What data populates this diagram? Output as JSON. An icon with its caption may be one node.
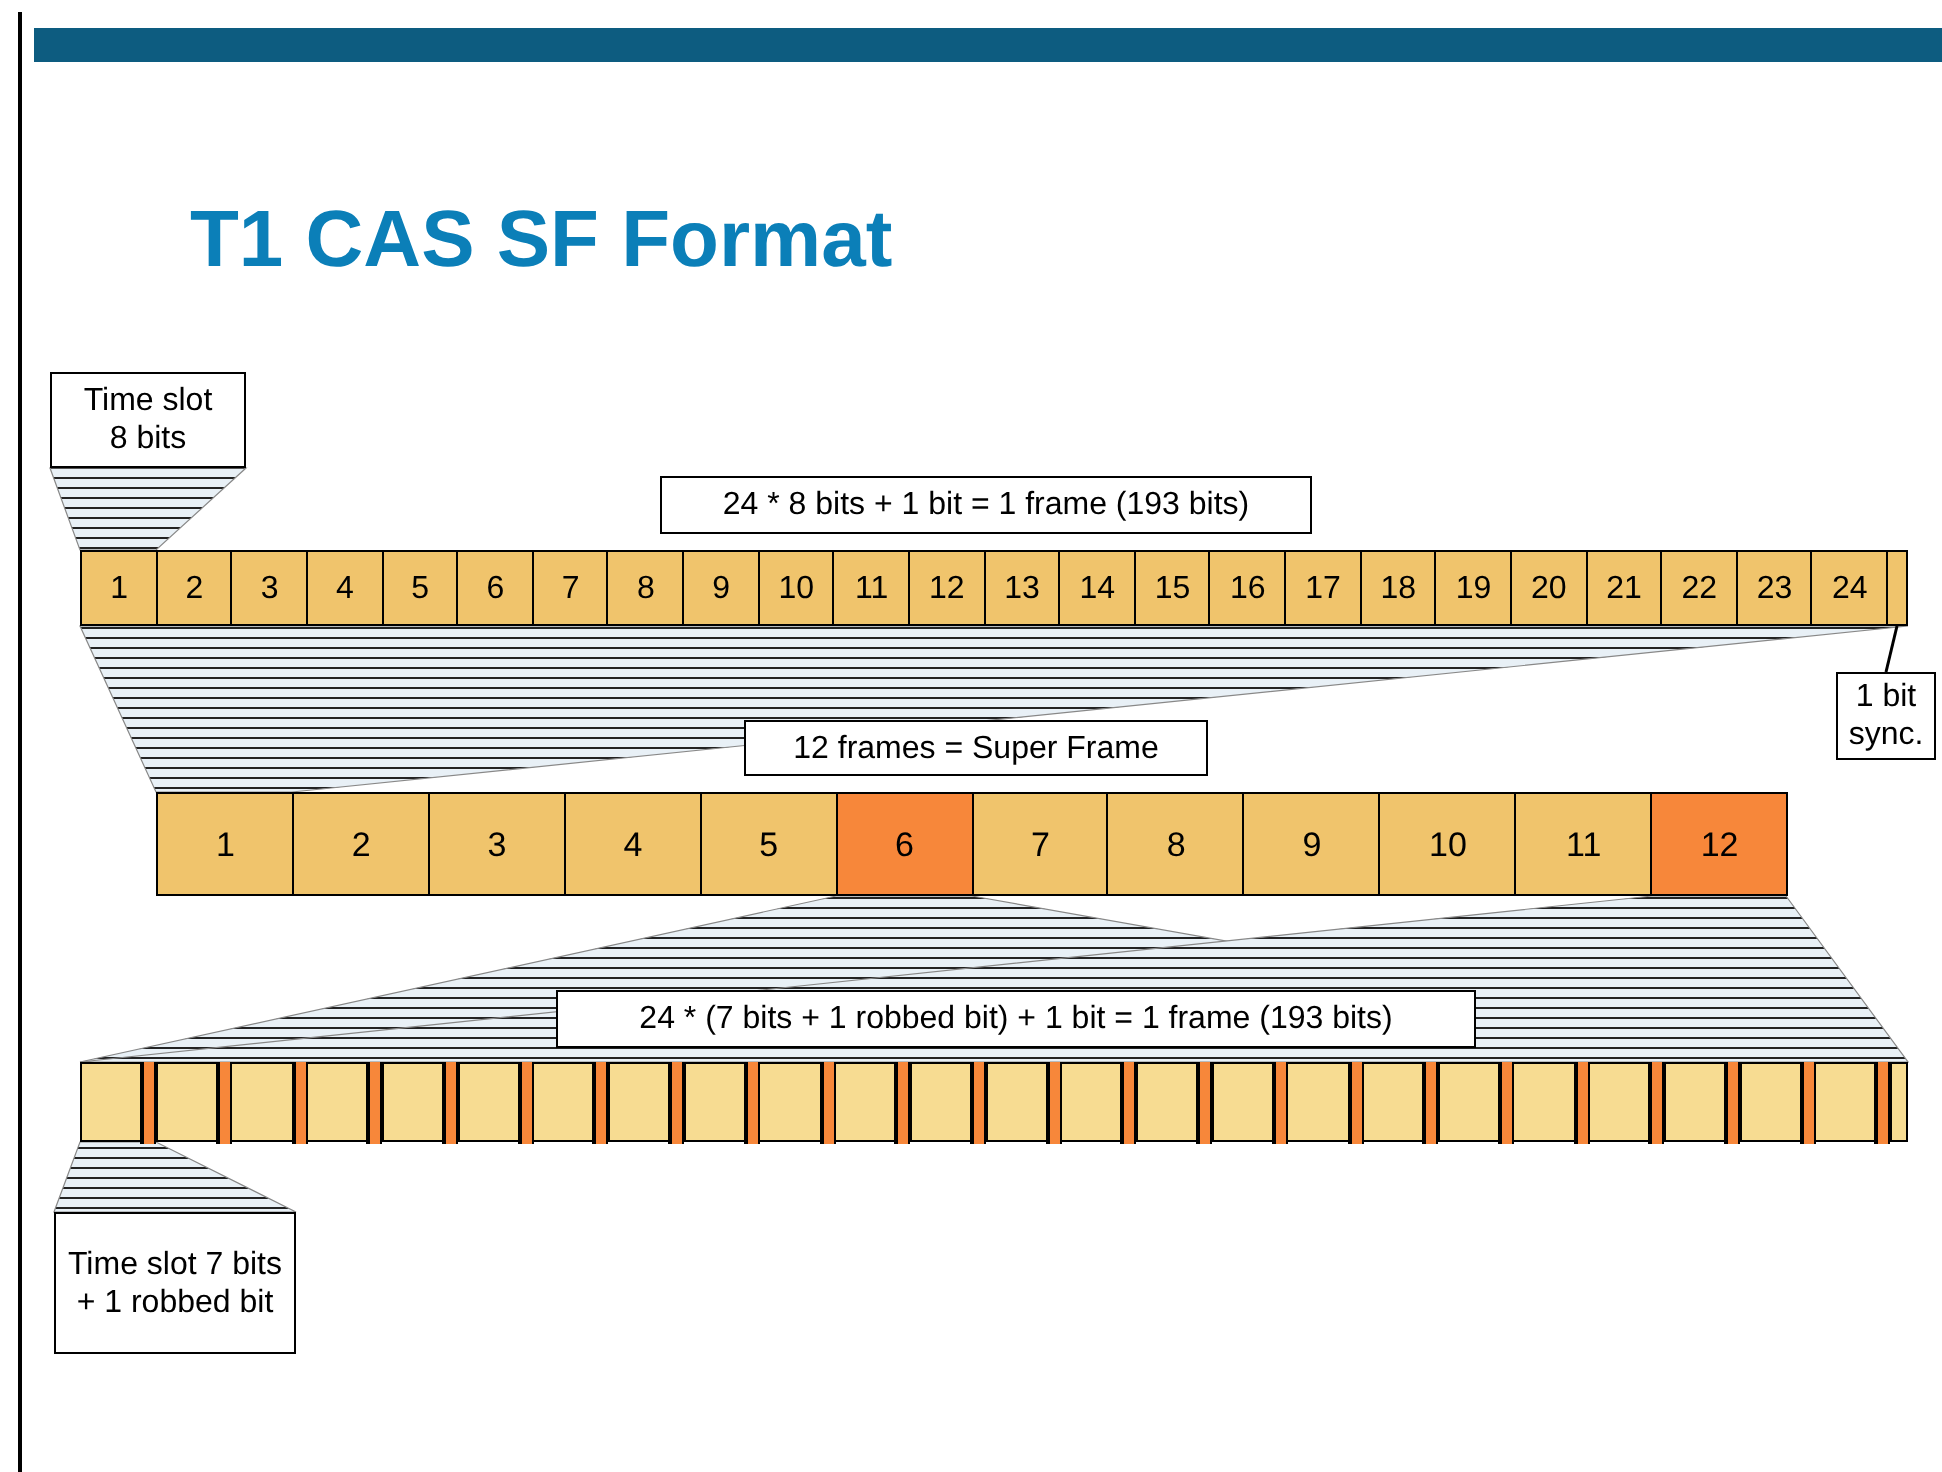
{
  "diagram": {
    "title": "T1 CAS SF Format",
    "nodes": [
      {
        "text": [
          "Time slot 8 bits"
        ]
      },
      {
        "text": [
          "24 * 8 bits + 1 bit = 1 frame (193 bits)"
        ]
      },
      {
        "text": [
          "1"
        ]
      },
      {
        "text": [
          "2"
        ]
      },
      {
        "text": [
          "3"
        ]
      },
      {
        "text": [
          "4"
        ]
      },
      {
        "text": [
          "5"
        ]
      },
      {
        "text": [
          "6"
        ]
      },
      {
        "text": [
          "7"
        ]
      },
      {
        "text": [
          "8"
        ]
      },
      {
        "text": [
          "9"
        ]
      },
      {
        "text": [
          "10"
        ]
      },
      {
        "text": [
          "11"
        ]
      },
      {
        "text": [
          "12"
        ]
      },
      {
        "text": [
          "13"
        ]
      },
      {
        "text": [
          "14"
        ]
      },
      {
        "text": [
          "15"
        ]
      },
      {
        "text": [
          "16"
        ]
      },
      {
        "text": [
          "17"
        ]
      },
      {
        "text": [
          "18"
        ]
      },
      {
        "text": [
          "19"
        ]
      },
      {
        "text": [
          "20"
        ]
      },
      {
        "text": [
          "21"
        ]
      },
      {
        "text": [
          "22"
        ]
      },
      {
        "text": [
          "23"
        ]
      },
      {
        "text": [
          "24"
        ]
      },
      {
        "text": [],
        "shape": "bar"
      },
      {
        "text": [
          "1 bit sync."
        ]
      },
      {
        "text": [
          "12 frames = Super Frame"
        ]
      },
      {
        "text": [
          "1"
        ]
      },
      {
        "text": [
          "2"
        ]
      },
      {
        "text": [
          "3"
        ]
      },
      {
        "text": [
          "4"
        ]
      },
      {
        "text": [
          "5"
        ]
      },
      {
        "text": [
          "6"
        ]
      },
      {
        "text": [
          "7"
        ]
      },
      {
        "text": [
          "8"
        ]
      },
      {
        "text": [
          "9"
        ]
      },
      {
        "text": [
          "10"
        ]
      },
      {
        "text": [
          "11"
        ]
      },
      {
        "text": [
          "12"
        ]
      },
      {
        "text": [
          "24 * (7 bits + 1 robbed bit) + 1 bit  = 1 frame (193 bits)"
        ]
      },
      {
        "text": [],
        "shape": "box"
      },
      {
        "text": [],
        "shape": "box"
      },
      {
        "text": [],
        "shape": "box"
      },
      {
        "text": [],
        "shape": "box"
      },
      {
        "text": [],
        "shape": "box"
      },
      {
        "text": [],
        "shape": "box"
      },
      {
        "text": [],
        "shape": "box"
      },
      {
        "text": [],
        "shape": "box"
      },
      {
        "text": [],
        "shape": "box"
      },
      {
        "text": [],
        "shape": "box"
      },
      {
        "text": [],
        "shape": "box"
      },
      {
        "text": [],
        "shape": "box"
      },
      {
        "text": [],
        "shape": "box"
      },
      {
        "text": [],
        "shape": "box"
      },
      {
        "text": [],
        "shape": "box"
      },
      {
        "text": [],
        "shape": "box"
      },
      {
        "text": [],
        "shape": "box"
      },
      {
        "text": [],
        "shape": "box"
      },
      {
        "text": [],
        "shape": "box"
      },
      {
        "text": [],
        "shape": "box"
      },
      {
        "text": [],
        "shape": "box"
      },
      {
        "text": [],
        "shape": "box"
      },
      {
        "text": [],
        "shape": "box"
      },
      {
        "text": [],
        "shape": "box"
      },
      {
        "text": [],
        "shape": "bar"
      },
      {
        "text": [
          "Time slot 7 bits + 1 robbed bit"
        ]
      }
    ],
    "edges": [
      {
        "from": 27,
        "to": 26,
        "arrow": "none"
      }
    ]
  }
}
